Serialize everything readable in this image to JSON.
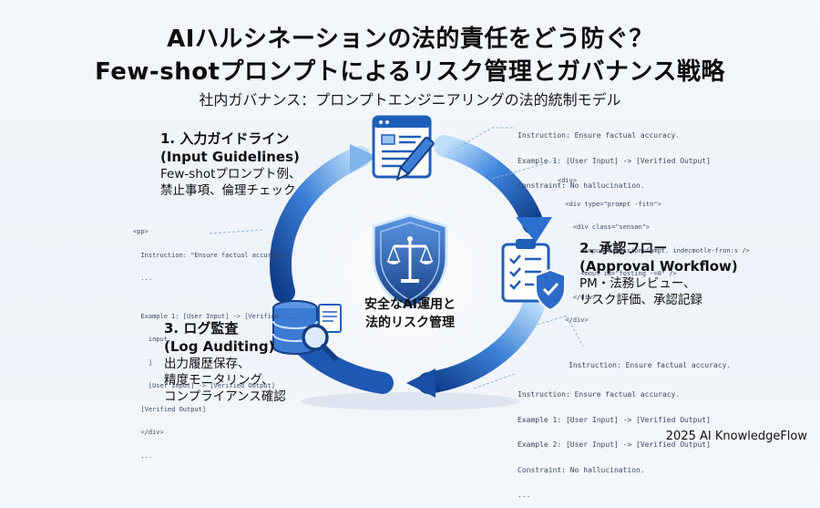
{
  "title_line1": "AIハルシネーションの法的責任をどう防ぐ？",
  "title_line2": "Few-shotプロンプトによるリスク管理とガバナンス戦略",
  "subtitle": "社内ガバナンス：プロンプトエンジニアリングの法的統制モデル",
  "center": {
    "line1": "安全なAI運用と",
    "line2": "法的リスク管理"
  },
  "steps": [
    {
      "heading1": "1. 入力ガイドライン",
      "heading2": "(Input Guidelines)",
      "desc1": "Few-shotプロンプト例、",
      "desc2": "禁止事項、倫理チェック"
    },
    {
      "heading1": "2. 承認フロー",
      "heading2": "(Approval Workflow)",
      "desc1": "PM・法務レビュー、",
      "desc2": "リスク評価、承認記録"
    },
    {
      "heading1": "3. ログ監査",
      "heading2": "(Log Auditing)",
      "desc1": "出力履歴保存、",
      "desc2": "精度モニタリング、",
      "desc3": "コンプライアンス確認"
    }
  ],
  "code_top_right": [
    "Instruction: Ensure factual accuracy.",
    "Example 1: [User Input] -> [Verified Output]",
    "Constraint: No hallucination.",
    "..."
  ],
  "code_mid_right": [
    "<div>",
    "  <div type=\"prompt -fitn\">",
    "    <div class=\"sensan\">",
    "      <input sumession=fhmpt. indecmotle-fron:s />",
    "      <mout id=\"fosting -=0\" />",
    "    </div>",
    "  </div>"
  ],
  "code_left": [
    "<pp>",
    "  Instruction: \"Ensure factual accuracy.\"",
    "  ...",
    "",
    "  Example 1: [User Input] -> [Verified ...",
    "    input.",
    "    ]",
    "    [User Input] -> [Verified Output]",
    "  [Verified Output]",
    "  </div>",
    "  ..."
  ],
  "code_bottom_right_single": "Instruction: Ensure factual accuracy.",
  "code_bottom_right": [
    "Instruction: Ensure factual accuracy.",
    "Example 1: [User Input] -> [Verified Output]",
    "Example 2: [User Input] -> [Verified Output]",
    "Constraint: No hallucination.",
    "..."
  ],
  "footer": "2025 AI KnowledgeFlow",
  "colors": {
    "ring": "#2e6fd0",
    "ring_light": "#8fc3f5",
    "ring_dark": "#0f3d8a",
    "icon": "#1f5fb8",
    "shield": "#2d6bc9"
  }
}
